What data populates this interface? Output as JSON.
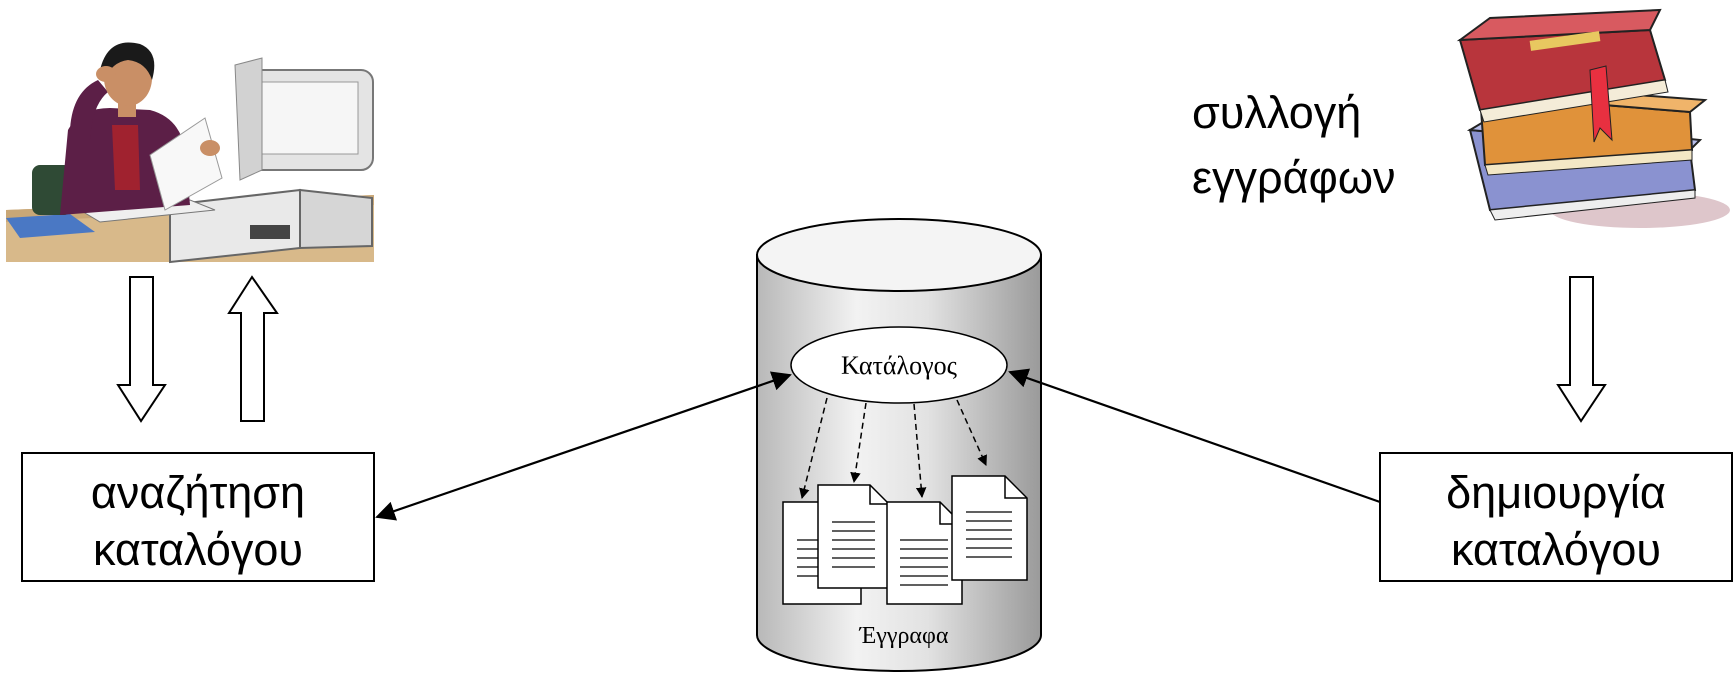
{
  "left_box": {
    "line1": "αναζήτηση",
    "line2": "καταλόγου"
  },
  "right_box": {
    "line1": "δημιουργία",
    "line2": "καταλόγου"
  },
  "collection_label": {
    "line1": "συλλογή",
    "line2": "εγγράφων"
  },
  "database": {
    "catalog_label": "Κατάλογος",
    "documents_label": "Έγγραφα"
  },
  "icons": {
    "user": "person-at-computer-icon",
    "books": "stack-of-books-icon",
    "document": "document-page-icon"
  },
  "colors": {
    "line": "#000000",
    "background": "#ffffff"
  }
}
